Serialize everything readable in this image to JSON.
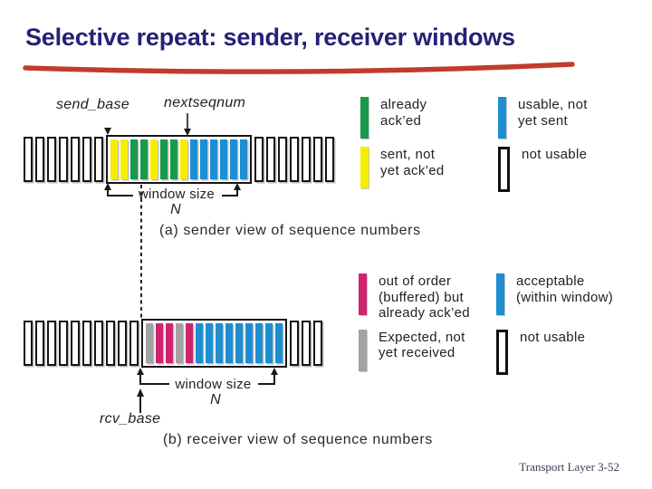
{
  "title": "Selective repeat: sender, receiver windows",
  "footer": "Transport Layer 3-52",
  "colors": {
    "acked": "#18994b",
    "sent": "#f6ee00",
    "usable": "#1e8ed2",
    "acceptable": "#1e8ed2",
    "buffered": "#ce2470",
    "expected": "#a3a1a2",
    "not_usable": "#ffffff",
    "title_text": "#232277",
    "underline": "#c23b2c"
  },
  "sender_view": {
    "labels": {
      "send_base": "send_base",
      "nextseqnum": "nextseqnum",
      "window_size": "window size",
      "n": "N"
    },
    "caption": "(a) sender view of sequence numbers",
    "slots": {
      "left_outside": 7,
      "window": [
        "sent",
        "sent",
        "acked",
        "acked",
        "sent",
        "acked",
        "acked",
        "sent",
        "usable",
        "usable",
        "usable",
        "usable",
        "usable",
        "usable"
      ],
      "right_outside": 7
    }
  },
  "receiver_view": {
    "labels": {
      "rcv_base": "rcv_base",
      "window_size": "window size",
      "n": "N"
    },
    "caption": "(b) receiver view of sequence numbers",
    "slots": {
      "left_outside": 10,
      "window": [
        "expected",
        "buffered",
        "buffered",
        "expected",
        "buffered",
        "acceptable",
        "acceptable",
        "acceptable",
        "acceptable",
        "acceptable",
        "acceptable",
        "acceptable",
        "acceptable",
        "acceptable"
      ],
      "right_outside": 3
    }
  },
  "legend_sender": {
    "items": [
      {
        "swatch": "acked",
        "label": "already\nack’ed"
      },
      {
        "swatch": "usable",
        "label": "usable, not\nyet sent"
      },
      {
        "swatch": "sent",
        "label": "sent, not\nyet ack’ed"
      },
      {
        "swatch": "not_usable",
        "label": "not usable"
      }
    ]
  },
  "legend_receiver": {
    "items": [
      {
        "swatch": "buffered",
        "label": "out of order\n(buffered) but\nalready ack’ed"
      },
      {
        "swatch": "acceptable",
        "label": "acceptable\n(within window)"
      },
      {
        "swatch": "expected",
        "label": "Expected, not\nyet received"
      },
      {
        "swatch": "not_usable",
        "label": "not usable"
      }
    ]
  }
}
